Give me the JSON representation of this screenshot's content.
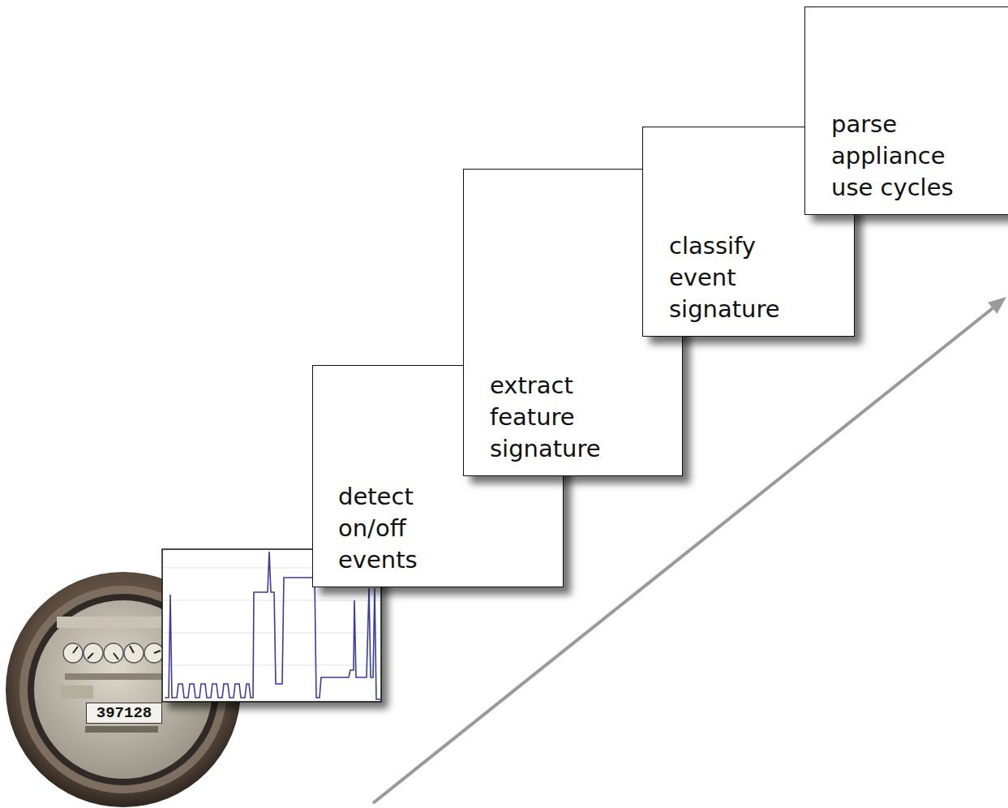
{
  "diagram": {
    "nodes": [
      {
        "text": [
          "detect on/off events"
        ]
      },
      {
        "text": [
          "extract feature signature"
        ]
      },
      {
        "text": [
          "classify event signature"
        ]
      },
      {
        "text": [
          "parse appliance use cycles"
        ]
      }
    ],
    "labels": [
      "397128"
    ]
  }
}
